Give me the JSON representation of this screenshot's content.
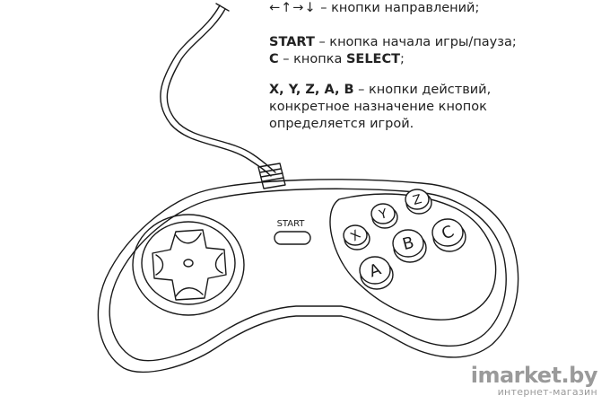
{
  "legend": {
    "directions_arrows": "←↑→↓",
    "directions_text": " – кнопки направлений;",
    "start_key": "START",
    "start_text": " – кнопка начала игры/пауза;",
    "c_key": "C",
    "c_text_1": " – кнопка ",
    "c_text_select": "SELECT",
    "c_text_2": ";",
    "actions_key": "X, Y, Z, A, B",
    "actions_text": " – кнопки действий,",
    "actions_line2": "конкретное назначение кнопок",
    "actions_line3": "определяется игрой."
  },
  "controller": {
    "start_label": "START",
    "buttons": {
      "x": "X",
      "y": "Y",
      "z": "Z",
      "a": "A",
      "b": "B",
      "c": "C"
    }
  },
  "watermark": {
    "brand": "imarket.by",
    "tagline": "интернет-магазин"
  }
}
